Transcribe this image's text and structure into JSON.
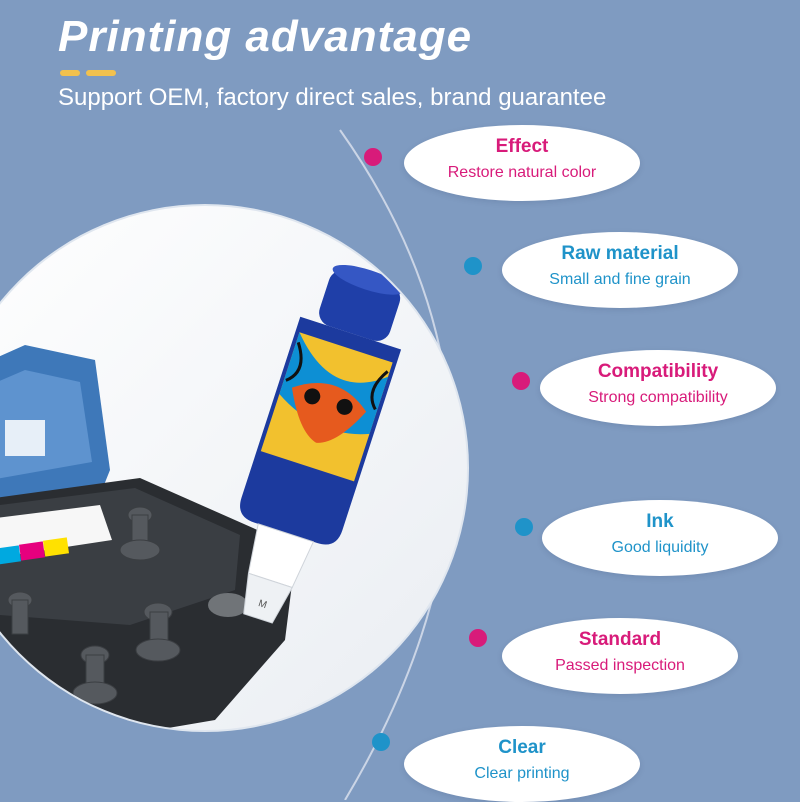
{
  "header": {
    "title": "Printing advantage",
    "subtitle": "Support OEM, factory direct sales, brand guarantee"
  },
  "colors": {
    "background": "#7f9bc1",
    "accent_yellow": "#f2c14e",
    "magenta": "#d81b7a",
    "cyan": "#1f93c9"
  },
  "features": [
    {
      "title": "Effect",
      "subtitle": "Restore natural color",
      "color": "magenta"
    },
    {
      "title": "Raw material",
      "subtitle": "Small and fine grain",
      "color": "cyan"
    },
    {
      "title": "Compatibility",
      "subtitle": "Strong compatibility",
      "color": "magenta"
    },
    {
      "title": "Ink",
      "subtitle": "Good liquidity",
      "color": "cyan"
    },
    {
      "title": "Standard",
      "subtitle": "Passed inspection",
      "color": "magenta"
    },
    {
      "title": "Clear",
      "subtitle": "Clear printing",
      "color": "cyan"
    }
  ],
  "product_image": {
    "label": "M",
    "icons": [
      "printer-icon",
      "ink-bottle-icon"
    ]
  }
}
